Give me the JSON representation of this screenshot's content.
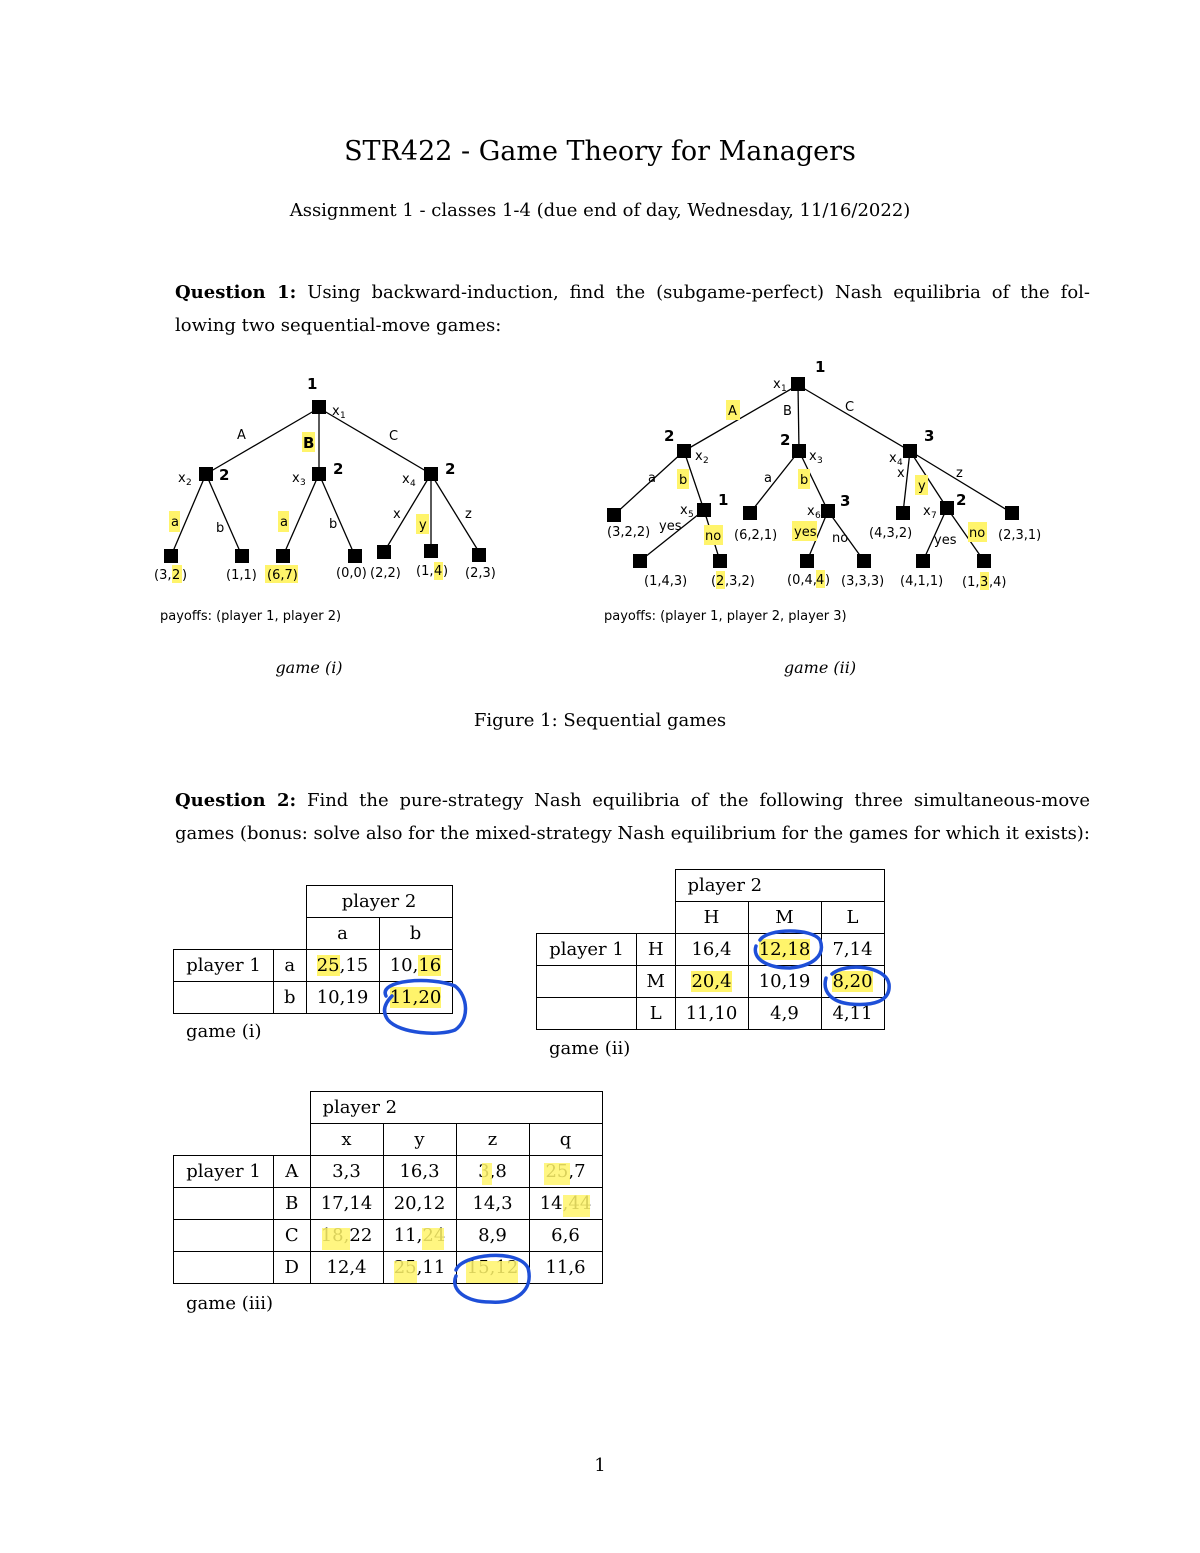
{
  "header": {
    "title": "STR422 - Game Theory for Managers",
    "subtitle": "Assignment 1 - classes 1-4 (due end of day, Wednesday, 11/16/2022)"
  },
  "question1": {
    "label": "Question 1:",
    "text": "Using backward-induction, find the (subgame-perfect) Nash equilibria of the fol- lowing two sequential-move games:"
  },
  "figure1": {
    "caption": "Figure 1: Sequential games",
    "game_i": {
      "caption": "game (i)",
      "payoffs_note": "payoffs: (player 1, player 2)"
    },
    "game_ii": {
      "caption": "game (ii)",
      "payoffs_note": "payoffs: (player 1, player 2, player 3)"
    }
  },
  "question2": {
    "label": "Question 2:",
    "text": "Find the pure-strategy Nash equilibria of the following three simultaneous-move games (bonus: solve also for the mixed-strategy Nash equilibrium for the games for which it exists):"
  },
  "tables": {
    "game_i": {
      "caption": "game (i)",
      "player1": "player 1",
      "player2": "player 2",
      "cols": [
        "a",
        "b"
      ],
      "rows": [
        {
          "label": "a",
          "cells": [
            [
              "25",
              ",15"
            ],
            [
              "10,",
              "16"
            ]
          ]
        },
        {
          "label": "b",
          "cells": [
            [
              "10,19",
              ""
            ],
            [
              "11,20",
              ""
            ]
          ]
        }
      ]
    },
    "game_ii": {
      "caption": "game (ii)",
      "player1": "player 1",
      "player2": "player 2",
      "cols": [
        "H",
        "M",
        "L"
      ],
      "rows": [
        {
          "label": "H",
          "cells": [
            "16,4",
            "12,18",
            "7,14"
          ]
        },
        {
          "label": "M",
          "cells": [
            "20,4",
            "10,19",
            "8,20"
          ]
        },
        {
          "label": "L",
          "cells": [
            "11,10",
            "4,9",
            "4,11"
          ]
        }
      ]
    },
    "game_iii": {
      "caption": "game (iii)",
      "player1": "player 1",
      "player2": "player 2",
      "cols": [
        "x",
        "y",
        "z",
        "q"
      ],
      "rows": [
        {
          "label": "A",
          "cells": [
            "3,3",
            "16,3",
            "3,8",
            "25,7"
          ]
        },
        {
          "label": "B",
          "cells": [
            "17,14",
            "20,12",
            "14,3",
            "14,44"
          ]
        },
        {
          "label": "C",
          "cells": [
            "18,22",
            "11,24",
            "8,9",
            "6,6"
          ]
        },
        {
          "label": "D",
          "cells": [
            "12,4",
            "25,11",
            "15,12",
            "11,6"
          ]
        }
      ]
    }
  },
  "page_number": "1",
  "colors": {
    "highlight": "#fff46b",
    "annotation": "#1e4fd8"
  }
}
